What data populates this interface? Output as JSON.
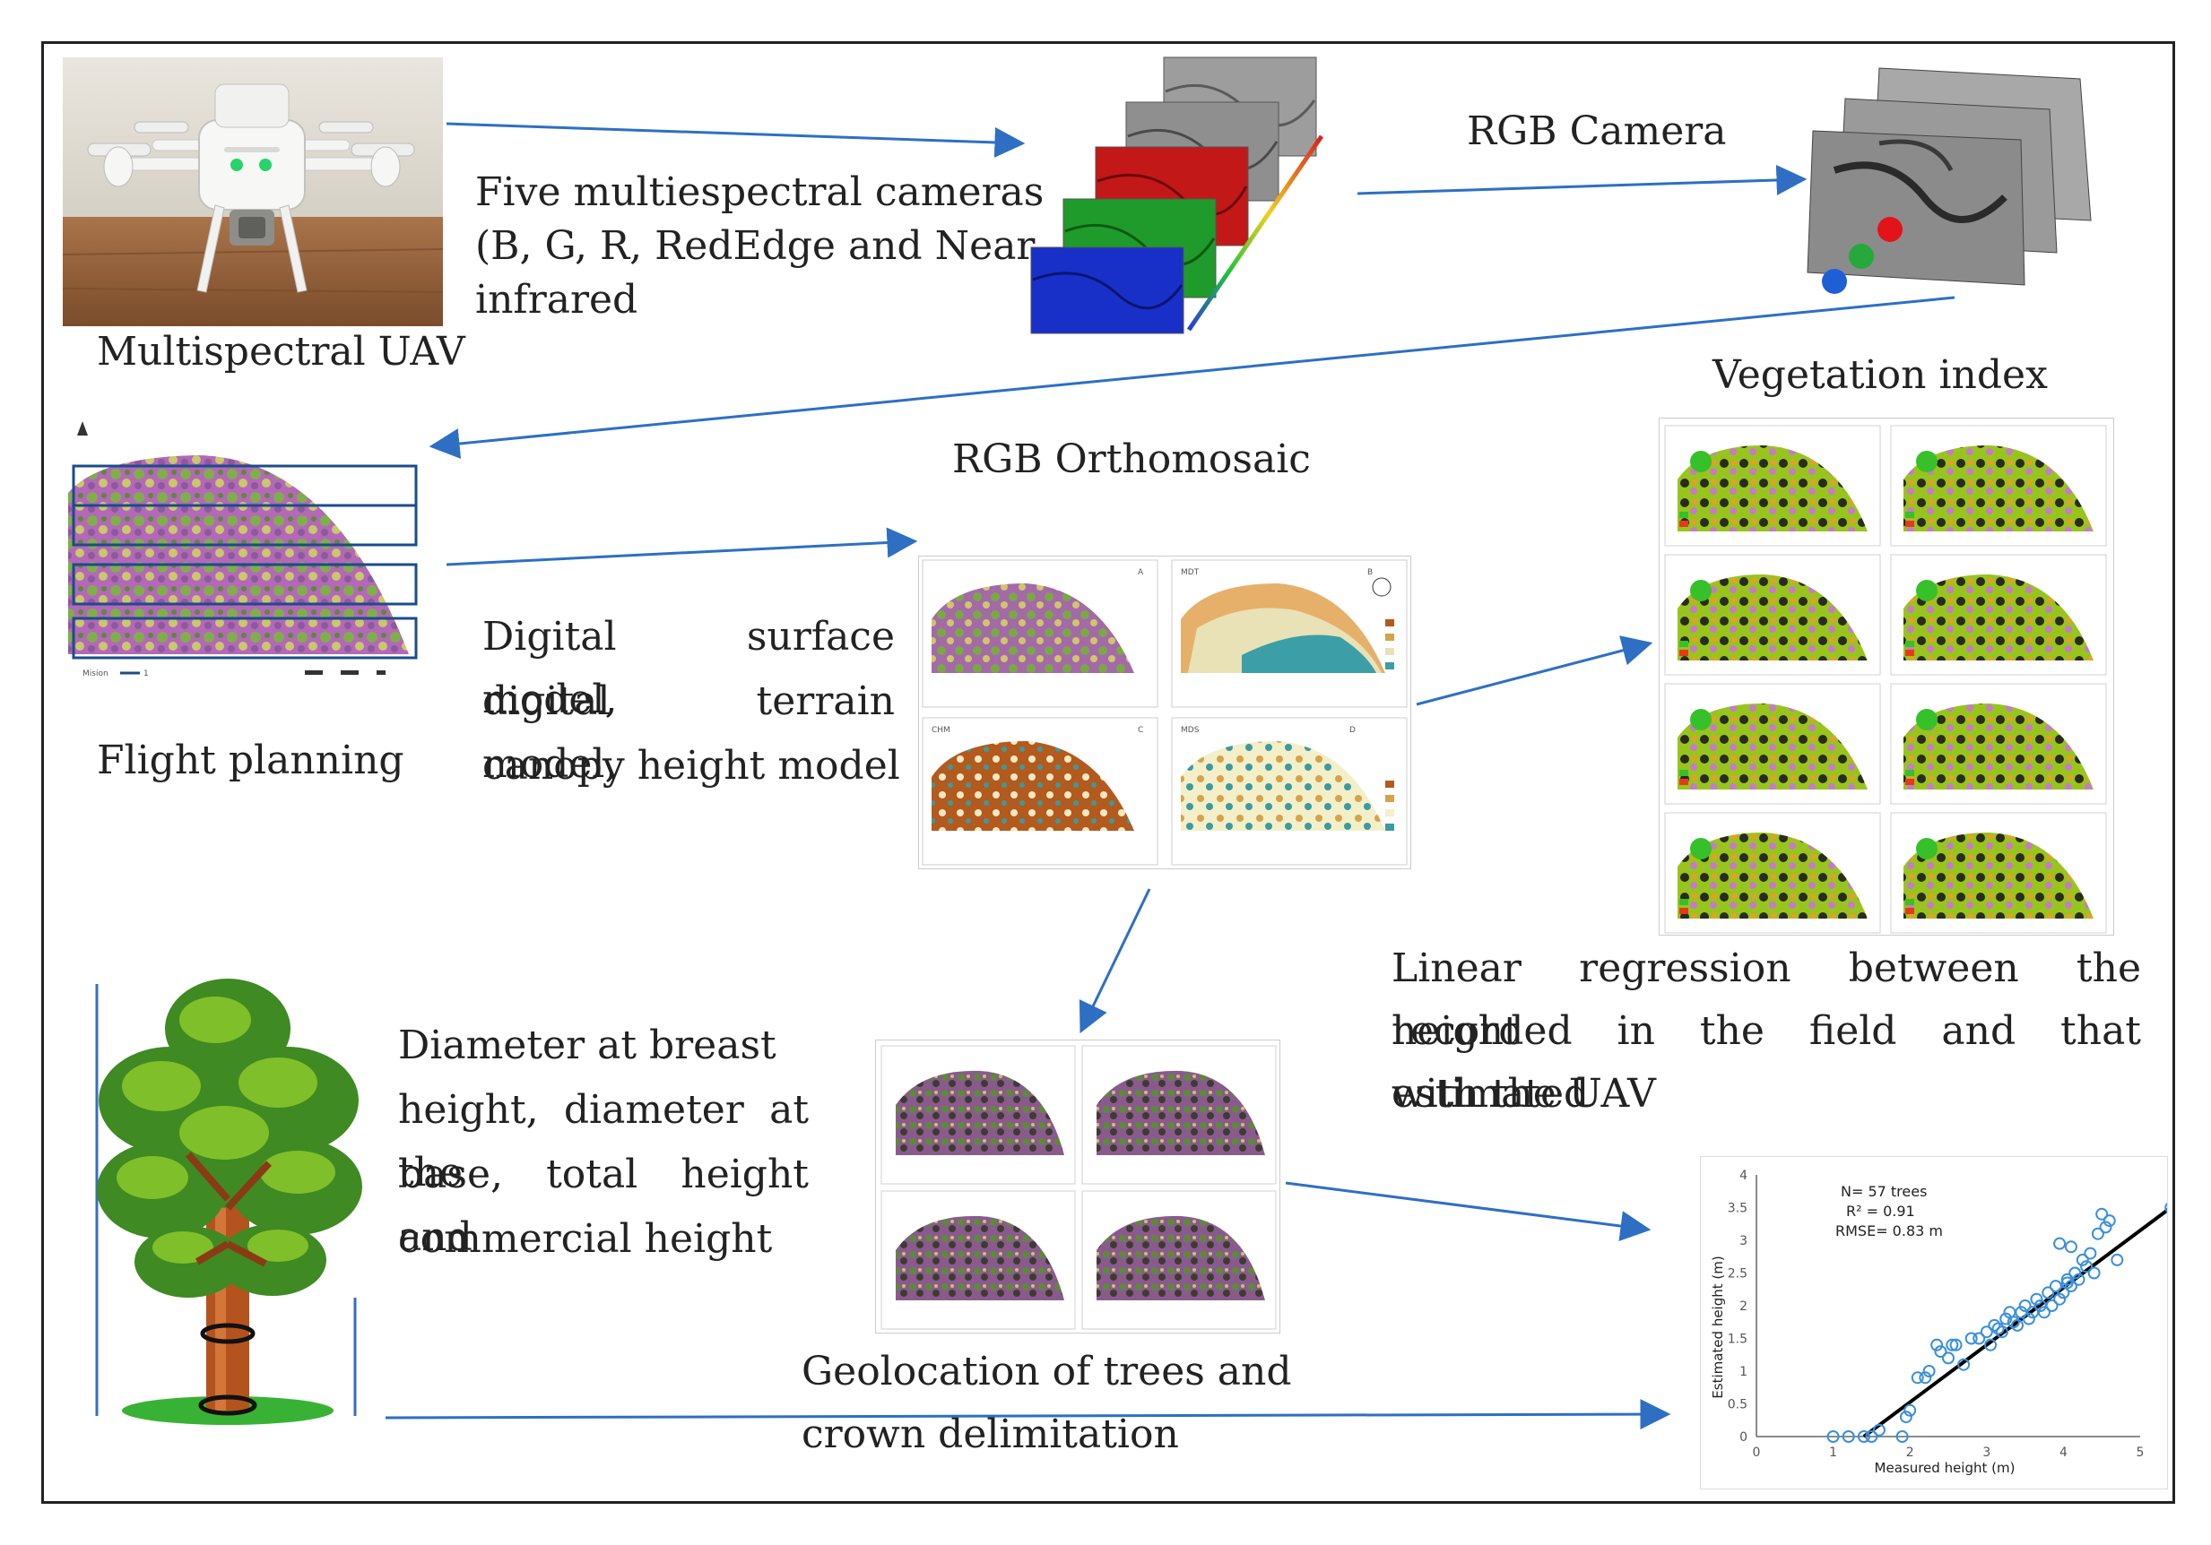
{
  "labels": {
    "uav": "Multispectral UAV",
    "cameras_line1": "Five multiespectral cameras",
    "cameras_line2": "(B, G, R, RedEdge and Near-",
    "cameras_line3": "infrared",
    "rgb_camera": "RGB Camera",
    "flight_planning": "Flight planning",
    "rgb_orthomosaic": "RGB Orthomosaic",
    "vegetation_index": "Vegetation index",
    "models_line1": "Digital surface model,",
    "models_line2": "digital terrain model,",
    "models_line3": "canopy height model",
    "measures_line1": "Diameter at breast",
    "measures_line2": "height, diameter at the",
    "measures_line3": "base, total height and",
    "measures_line4": "commercial height",
    "geoloc_line1": "Geolocation of trees and",
    "geoloc_line2": "crown delimitation",
    "regression_line1": "Linear regression between the height",
    "regression_line2": "recorded in the field and that estimated",
    "regression_line3": "with the UAV"
  },
  "flight_plan": {
    "legend": "Mision",
    "legend_value": "1"
  },
  "model_panels": [
    "A",
    "B",
    "C",
    "D"
  ],
  "model_titles": [
    "",
    "MDT",
    "CHM",
    "MDS"
  ],
  "geoloc_panels": 4,
  "vegetation_panels": 8,
  "colors": {
    "arrow": "#2e6fc4",
    "tree_trunk": "#b5531e",
    "scatter_point": "#3c8fd8",
    "regression_line": "#000000",
    "canopy_green": "#7fbf2a",
    "canopy_pink": "#b468b8"
  },
  "icons": [
    "uav-drone-icon",
    "tree-icon",
    "north-arrow-icon"
  ],
  "chart_data": {
    "type": "scatter",
    "annotations": [
      "N= 57 trees",
      "R² = 0.91",
      "RMSE= 0.83 m"
    ],
    "xlabel": "Measured height (m)",
    "ylabel": "Estimated height (m)",
    "x_ticks": [
      "0",
      "1",
      "2",
      "3",
      "4",
      "5"
    ],
    "y_ticks": [
      "0",
      "0.5",
      "1",
      "1.5",
      "2",
      "2.5",
      "3",
      "3.5",
      "4"
    ],
    "xlim": [
      0,
      5
    ],
    "ylim": [
      0,
      4
    ],
    "series": [
      {
        "points": [
          [
            1.0,
            0.0
          ],
          [
            1.2,
            0.0
          ],
          [
            1.4,
            0.0
          ],
          [
            1.5,
            0.0
          ],
          [
            1.6,
            0.1
          ],
          [
            1.9,
            0.0
          ],
          [
            1.95,
            0.3
          ],
          [
            2.0,
            0.4
          ],
          [
            2.1,
            0.9
          ],
          [
            2.2,
            0.9
          ],
          [
            2.35,
            1.4
          ],
          [
            2.4,
            1.3
          ],
          [
            2.5,
            1.2
          ],
          [
            2.6,
            1.4
          ],
          [
            2.7,
            1.1
          ],
          [
            2.8,
            1.5
          ],
          [
            2.9,
            1.5
          ],
          [
            3.0,
            1.6
          ],
          [
            3.05,
            1.4
          ],
          [
            3.1,
            1.7
          ],
          [
            3.2,
            1.6
          ],
          [
            3.25,
            1.8
          ],
          [
            3.3,
            1.9
          ],
          [
            3.4,
            1.7
          ],
          [
            3.45,
            1.9
          ],
          [
            3.5,
            2.0
          ],
          [
            3.55,
            1.8
          ],
          [
            3.6,
            1.9
          ],
          [
            3.65,
            2.1
          ],
          [
            3.7,
            2.0
          ],
          [
            3.75,
            1.9
          ],
          [
            3.8,
            2.2
          ],
          [
            3.85,
            2.0
          ],
          [
            3.9,
            2.3
          ],
          [
            3.95,
            2.1
          ],
          [
            4.0,
            2.2
          ],
          [
            4.05,
            2.4
          ],
          [
            4.1,
            2.3
          ],
          [
            4.15,
            2.5
          ],
          [
            4.2,
            2.4
          ],
          [
            4.25,
            2.7
          ],
          [
            4.3,
            2.6
          ],
          [
            4.35,
            2.8
          ],
          [
            4.4,
            2.5
          ],
          [
            4.45,
            3.1
          ],
          [
            4.5,
            3.4
          ],
          [
            4.55,
            3.2
          ],
          [
            4.6,
            3.3
          ],
          [
            4.7,
            2.7
          ],
          [
            4.1,
            2.9
          ],
          [
            3.95,
            2.95
          ],
          [
            2.55,
            1.4
          ],
          [
            3.15,
            1.65
          ],
          [
            2.25,
            1.0
          ],
          [
            3.35,
            1.75
          ],
          [
            4.05,
            2.35
          ],
          [
            5.4,
            3.5
          ]
        ]
      }
    ],
    "trendline": [
      [
        1.4,
        0.0
      ],
      [
        5.4,
        3.5
      ]
    ]
  }
}
